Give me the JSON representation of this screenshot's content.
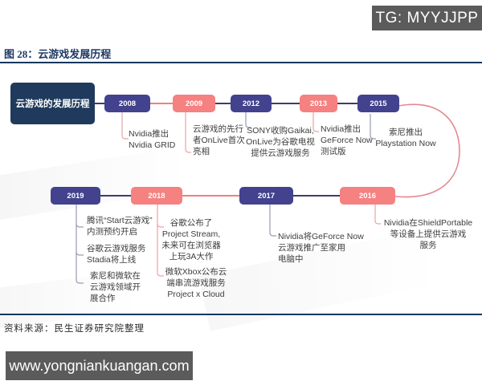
{
  "badges": {
    "top_right": "TG: MYYJJPP",
    "bottom_left": "www.yongniankuangan.com"
  },
  "figure": {
    "label": "图 28：",
    "title": "云游戏发展历程"
  },
  "source": {
    "prefix": "资料来源：",
    "text": "民生证券研究院整理"
  },
  "diagram": {
    "type": "timeline",
    "root_label": "云游戏的发展历程",
    "colors": {
      "navy": "#42428e",
      "salmon": "#f58181",
      "root_box": "#1f3a5c",
      "accent_blue": "#1f3864",
      "badge_gray": "#5b5b5b",
      "curve_pink": "#e58890"
    },
    "events": [
      {
        "year": "2008",
        "color": "#42428e",
        "notes": [
          [
            "Nvidia推出",
            "Nvidia GRID"
          ]
        ]
      },
      {
        "year": "2009",
        "color": "#f58181",
        "notes": [
          [
            "云游戏的先行",
            "者OnLive首次",
            "亮相"
          ]
        ]
      },
      {
        "year": "2012",
        "color": "#42428e",
        "notes": [
          [
            "SONY收购Gaikai,",
            "OnLive为谷歌电视",
            "提供云游戏服务"
          ]
        ]
      },
      {
        "year": "2013",
        "color": "#f58181",
        "notes": [
          [
            "Nvidia推出",
            "GeForce Now",
            "测试版"
          ]
        ]
      },
      {
        "year": "2015",
        "color": "#42428e",
        "notes": [
          [
            "索尼推出",
            "Playstation Now"
          ]
        ]
      },
      {
        "year": "2016",
        "color": "#f58181",
        "notes": [
          [
            "Nividia在ShieldPortable",
            "等设备上提供云游戏",
            "服务"
          ]
        ]
      },
      {
        "year": "2017",
        "color": "#42428e",
        "notes": [
          [
            "Nividia将GeForce Now",
            "云游戏推广至家用",
            "电脑中"
          ]
        ]
      },
      {
        "year": "2018",
        "color": "#f58181",
        "notes": [
          [
            "谷歌公布了",
            "Project Stream,",
            "未来可在浏览器",
            "上玩3A大作"
          ],
          [
            "微软Xbox公布云",
            "端串流游戏服务",
            "Project x Cloud"
          ]
        ]
      },
      {
        "year": "2019",
        "color": "#42428e",
        "notes": [
          [
            "腾讯“Start云游戏”",
            "内测预约开启"
          ],
          [
            "谷歌云游戏服务",
            "Stadia将上线"
          ],
          [
            "索尼和微软在",
            "云游戏领域开",
            "展合作"
          ]
        ]
      }
    ]
  }
}
